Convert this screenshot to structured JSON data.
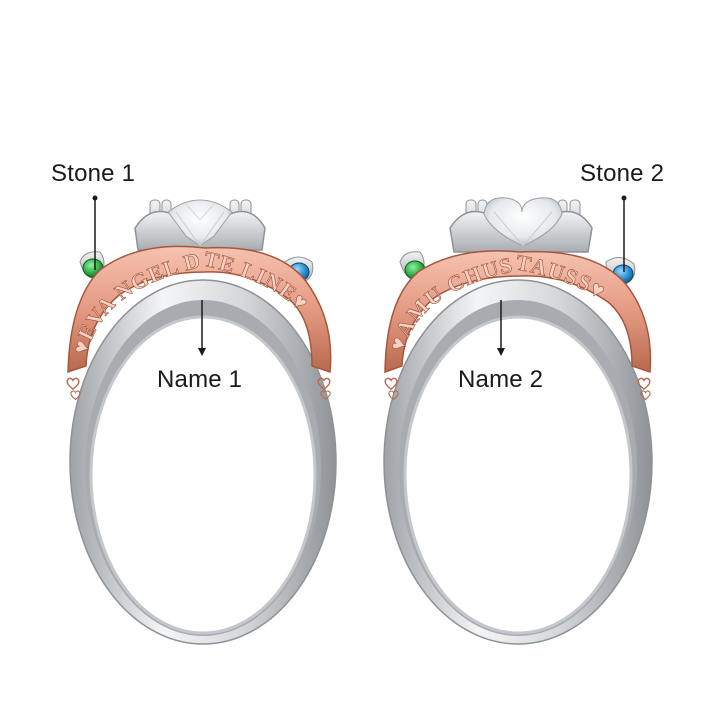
{
  "labels": {
    "stone1": "Stone 1",
    "stone2": "Stone 2",
    "name1": "Name 1",
    "name2": "Name 2"
  },
  "engravings": {
    "ring1": "♥EVA NGEL DTE LINE♥",
    "ring2": "♥AMU CHUSTAUSS♥"
  },
  "colors": {
    "background": "#ffffff",
    "silver": "#c9ccd0",
    "silver_dark": "#8e9297",
    "rose_gold": "#e9a08a",
    "rose_gold_dark": "#b8694f",
    "stone1": "#2fae45",
    "stone2": "#2a8fd0",
    "diamond": "#f2f4f6",
    "callout_line": "#1a1a1a"
  },
  "icons": {
    "heart": "heart-icon",
    "center_stone": "diamond-icon"
  }
}
